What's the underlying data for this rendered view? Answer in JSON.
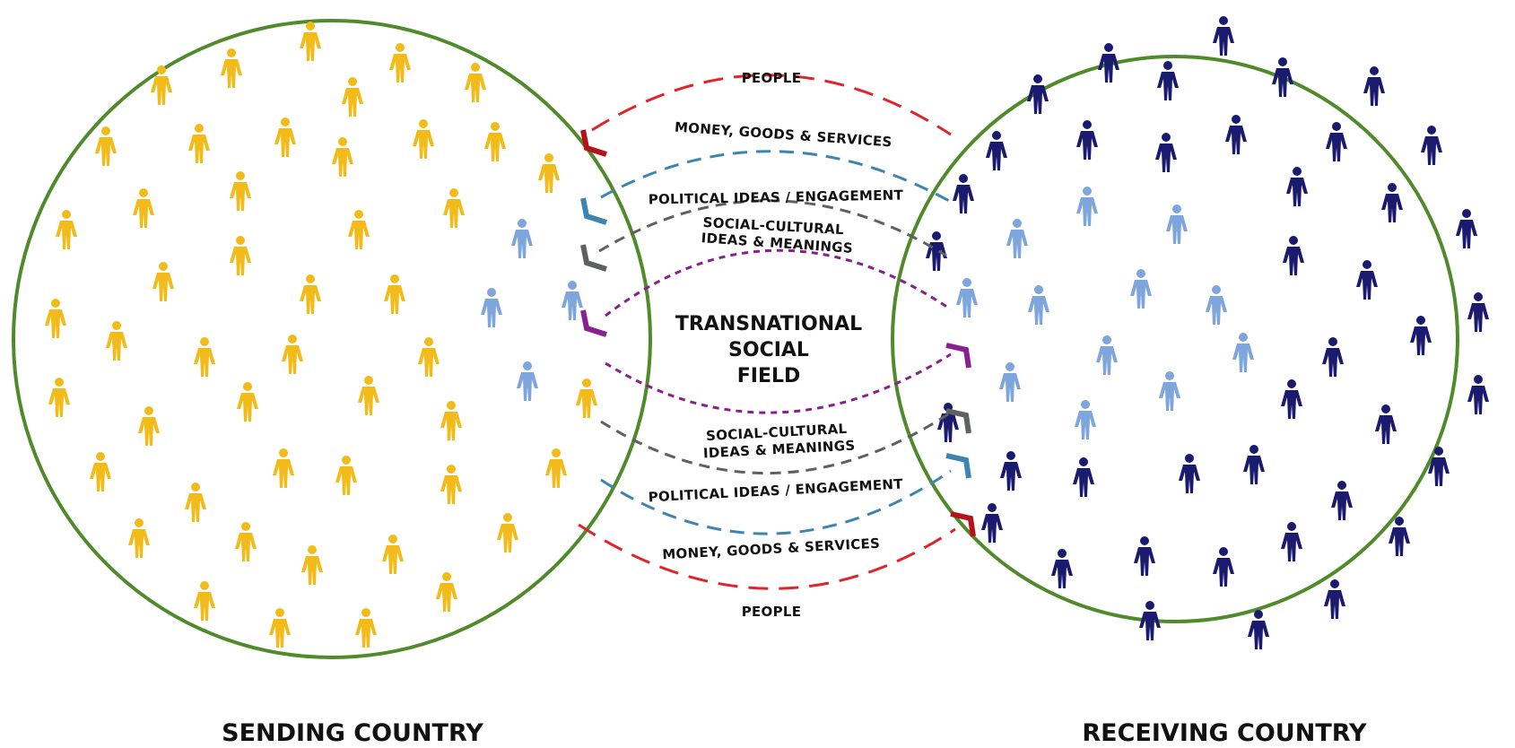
{
  "center_label": [
    "TRANSNATIONAL",
    "SOCIAL",
    "FIELD"
  ],
  "sending_label": "SENDING COUNTRY",
  "receiving_label": "RECEIVING COUNTRY",
  "outgoing_flows": [
    {
      "label": "PEOPLE",
      "color": "#e0242a"
    },
    {
      "label": "MONEY, GOODS & SERVICES",
      "color": "#3d85b0"
    },
    {
      "label": "POLITICAL IDEAS / ENGAGEMENT",
      "color": "#5f6062"
    },
    {
      "label": "SOCIAL-CULTURAL",
      "color": "#8a1f8e"
    },
    {
      "label": "IDEAS & MEANINGS",
      "color": "#8a1f8e"
    }
  ],
  "returning_flows": [
    {
      "label": "SOCIAL-CULTURAL",
      "color": "#8a1f8e"
    },
    {
      "label": "IDEAS & MEANINGS",
      "color": "#8a1f8e"
    },
    {
      "label": "POLITICAL IDEAS / ENGAGEMENT",
      "color": "#5f6062"
    },
    {
      "label": "MONEY, GOODS & SERVICES",
      "color": "#3d85b0"
    },
    {
      "label": "PEOPLE",
      "color": "#e0242a"
    }
  ],
  "colors": {
    "circle_stroke": "#4f8a2b",
    "sending_people": "#f2bb1a",
    "migrant_people": "#7ea6dc",
    "receiving_people": "#1a1a6e",
    "arrow_red": "#b5121b"
  },
  "icons": [
    "person-icon",
    "arrowhead-icon"
  ]
}
